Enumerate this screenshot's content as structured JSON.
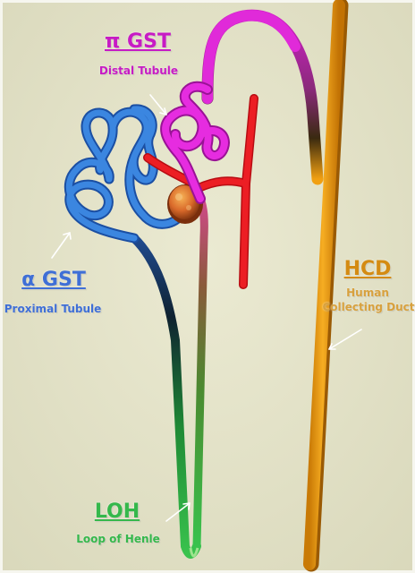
{
  "labels": {
    "pi_gst": {
      "title": "π GST",
      "subtitle": "Distal Tubule"
    },
    "alpha_gst": {
      "title": "α GST",
      "subtitle": "Proximal Tubule"
    },
    "hcd": {
      "title": "HCD",
      "subtitle_line1": "Human",
      "subtitle_line2": "Collecting Duct"
    },
    "loh": {
      "title": "LOH",
      "subtitle": "Loop of Henle"
    }
  },
  "colors": {
    "background": "#e3e2c8",
    "distal": "#c71bc4",
    "proximal": "#2f6fc9",
    "collecting_duct": "#f1a012",
    "loop": "#34c24a",
    "vessel": "#e8131b",
    "glomerulus": "#d9692a"
  }
}
